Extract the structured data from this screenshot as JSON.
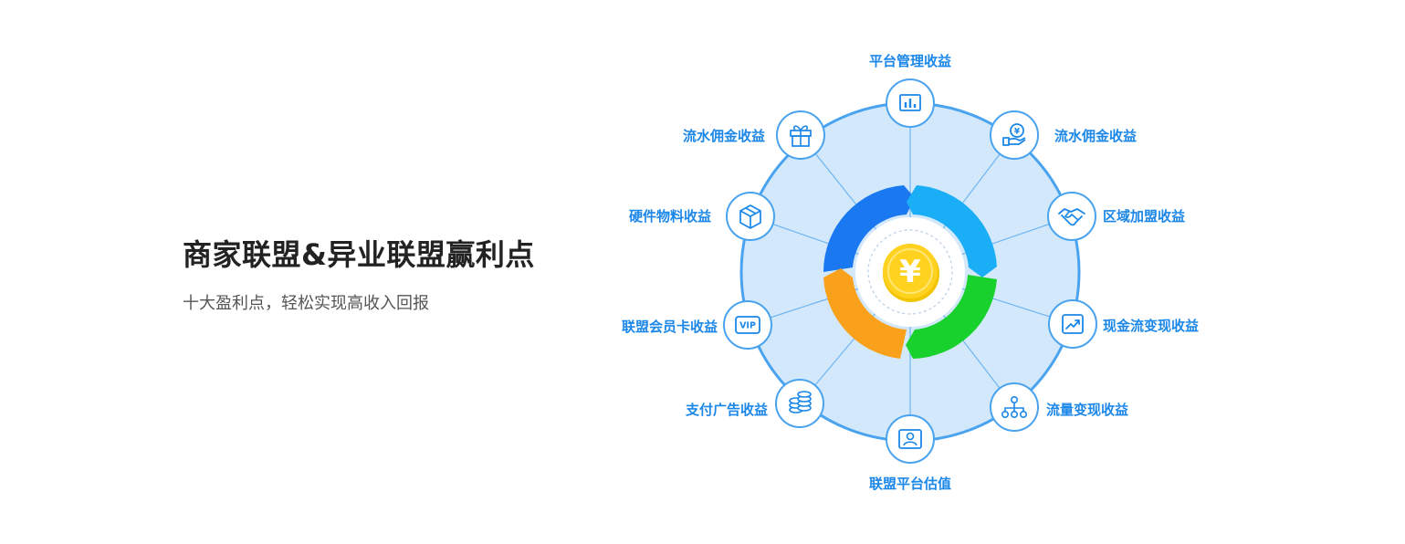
{
  "heading": {
    "title": "商家联盟&异业联盟赢利点",
    "subtitle": "十大盈利点，轻松实现高收入回报"
  },
  "center": {
    "coin_symbol": "¥"
  },
  "nodes": [
    {
      "label": "平台管理收益",
      "icon": "bar-chart-icon"
    },
    {
      "label": "流水佣金收益",
      "icon": "yen-hand-icon"
    },
    {
      "label": "区域加盟收益",
      "icon": "handshake-icon"
    },
    {
      "label": "现金流变现收益",
      "icon": "trend-chart-icon"
    },
    {
      "label": "流量变现收益",
      "icon": "org-tree-icon"
    },
    {
      "label": "联盟平台估值",
      "icon": "person-card-icon"
    },
    {
      "label": "支付广告收益",
      "icon": "coin-stack-icon"
    },
    {
      "label": "联盟会员卡收益",
      "icon": "vip-card-icon"
    },
    {
      "label": "硬件物料收益",
      "icon": "box-icon"
    },
    {
      "label": "流水佣金收益",
      "icon": "gift-icon"
    }
  ],
  "colors": {
    "accent": "#1b87e8",
    "ring_fill": "#d3e9fb",
    "ring_border": "#4aa3ee",
    "segment_blue": "#1a78f0",
    "segment_cyan": "#19aef6",
    "segment_green": "#19d12c",
    "segment_orange": "#f9a11b",
    "coin": "#ffd21f"
  }
}
